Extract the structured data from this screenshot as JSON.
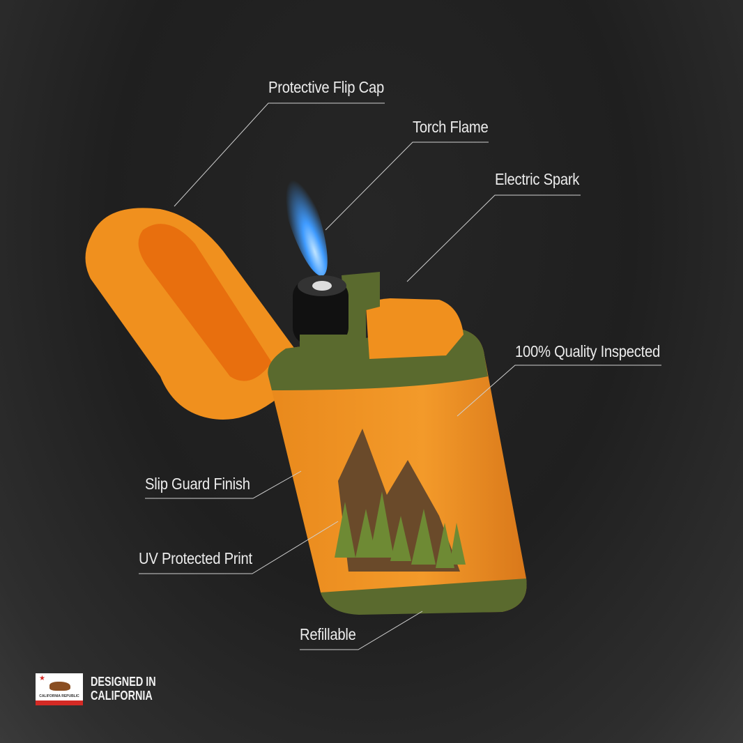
{
  "callouts": [
    {
      "id": "protective-flip-cap",
      "text": "Protective Flip Cap"
    },
    {
      "id": "torch-flame",
      "text": "Torch Flame"
    },
    {
      "id": "electric-spark",
      "text": "Electric Spark"
    },
    {
      "id": "quality-inspected",
      "text": "100% Quality Inspected"
    },
    {
      "id": "slip-guard-finish",
      "text": "Slip Guard Finish"
    },
    {
      "id": "uv-protected-print",
      "text": "UV Protected Print"
    },
    {
      "id": "refillable",
      "text": "Refillable"
    }
  ],
  "badge": {
    "flag_text": "CALIFORNIA REPUBLIC",
    "line1": "DESIGNED IN",
    "line2": "CALIFORNIA"
  },
  "colors": {
    "body": "#f0901e",
    "trim": "#5a6a2e",
    "flame": "#3f9bff",
    "background": "#222222",
    "label": "#ececec"
  }
}
